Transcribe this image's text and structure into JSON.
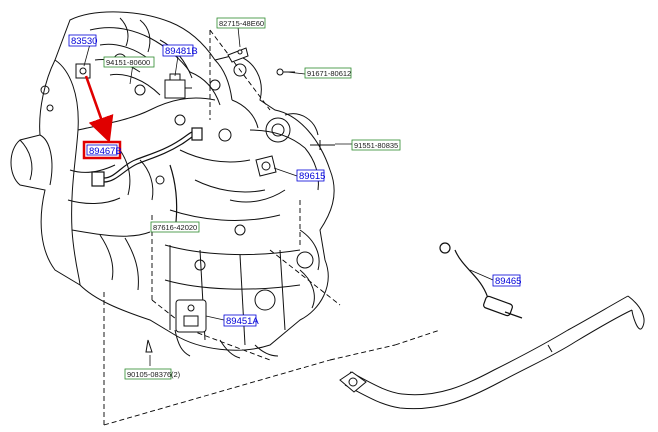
{
  "diagram": {
    "accent_blue": "#0000d8",
    "label_green": "#2d8a2d",
    "highlight_red": "#e00000",
    "callouts": [
      {
        "id": "p83530",
        "text": "83530",
        "style": "blue"
      },
      {
        "id": "p94151",
        "text": "94151-80600",
        "style": "green"
      },
      {
        "id": "p89481",
        "text": "89481B",
        "style": "blue"
      },
      {
        "id": "p82715",
        "text": "82715-48E60",
        "style": "green"
      },
      {
        "id": "p91671",
        "text": "91671-80612",
        "style": "green"
      },
      {
        "id": "p89467",
        "text": "89467B",
        "style": "blue",
        "highlighted": true
      },
      {
        "id": "p91551",
        "text": "91551-80835",
        "style": "green"
      },
      {
        "id": "p89615",
        "text": "89615",
        "style": "blue"
      },
      {
        "id": "p87616",
        "text": "87616-42020",
        "style": "green"
      },
      {
        "id": "p89465",
        "text": "89465",
        "style": "blue"
      },
      {
        "id": "p89451",
        "text": "89451A",
        "style": "blue"
      },
      {
        "id": "p90105",
        "text": "90105-08376",
        "style": "green"
      },
      {
        "id": "p90105q",
        "text": "(2)",
        "style": "plain"
      }
    ]
  }
}
